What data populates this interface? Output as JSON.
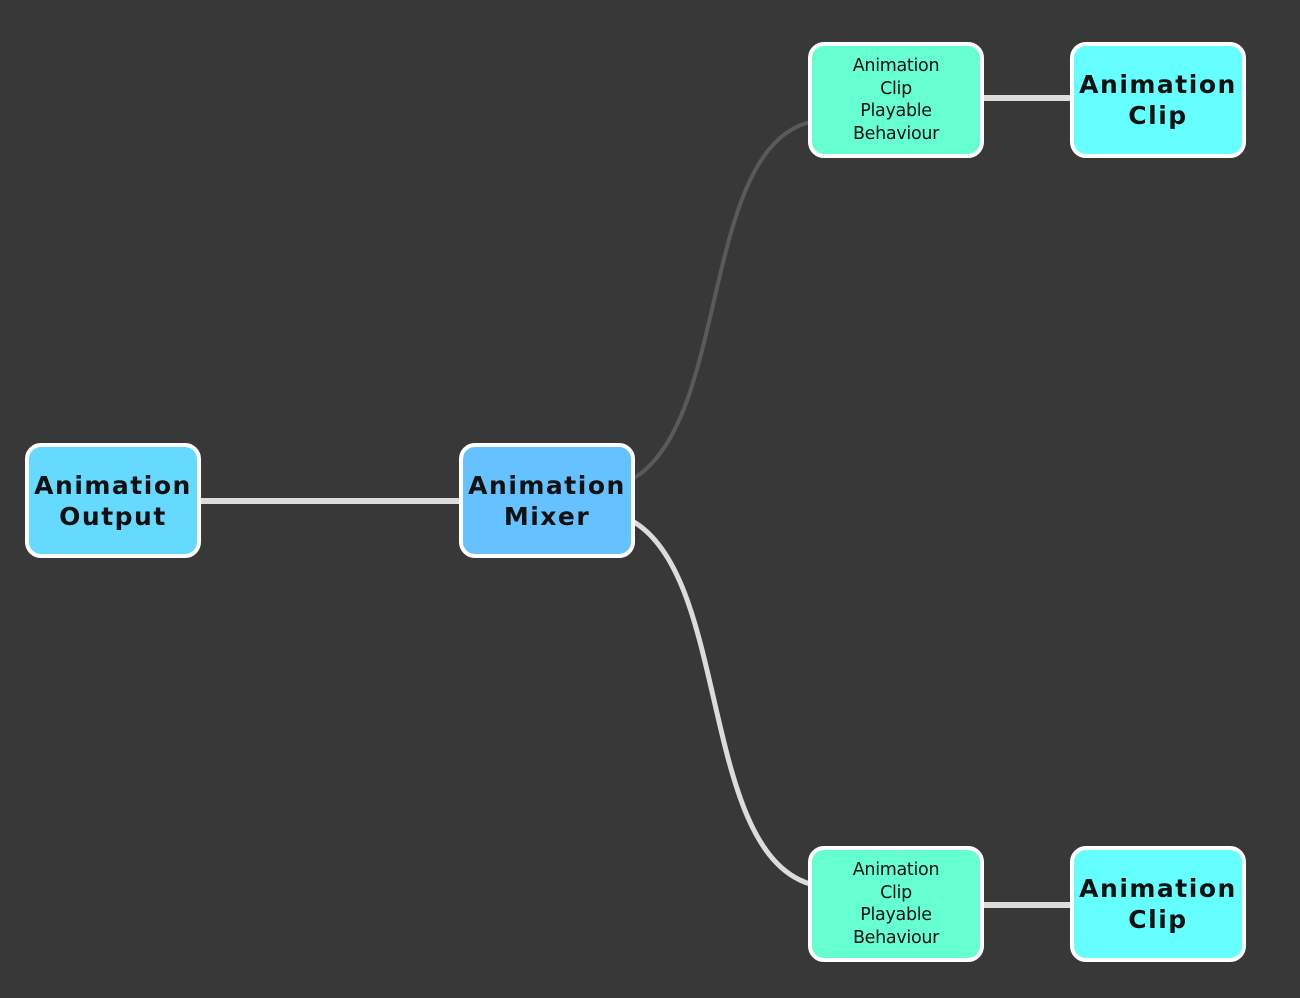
{
  "colors": {
    "background": "#383838",
    "output_node": "#66d9ff",
    "mixer_node": "#66c2ff",
    "behaviour_node": "#66ffd1",
    "clip_node": "#66ffff",
    "active_edge": "#dcdcdc",
    "inactive_edge": "#5a5a5a"
  },
  "nodes": {
    "output": {
      "label": "Animation\nOutput"
    },
    "mixer": {
      "label": "Animation\nMixer"
    },
    "behaviour_top": {
      "label": "Animation\nClip\nPlayable\nBehaviour"
    },
    "clip_top": {
      "label": "Animation\nClip"
    },
    "behaviour_bottom": {
      "label": "Animation\nClip\nPlayable\nBehaviour"
    },
    "clip_bottom": {
      "label": "Animation\nClip"
    }
  }
}
